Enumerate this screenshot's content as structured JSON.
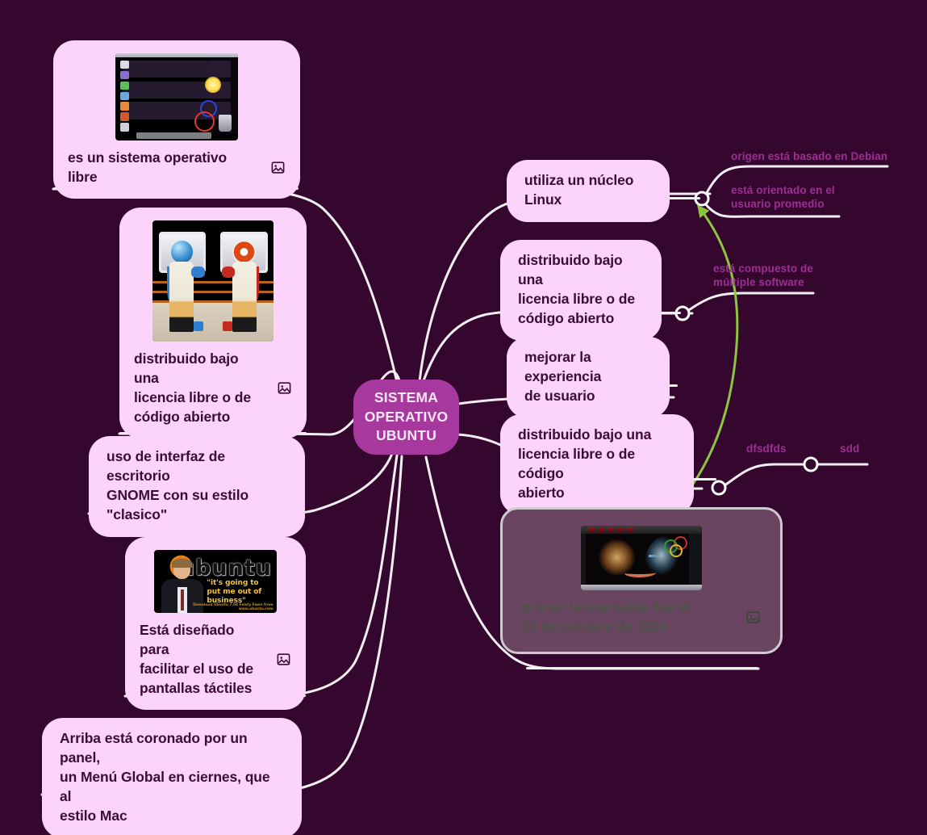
{
  "canvas": {
    "background_color": "#35062e",
    "node_fill": "#fbd3fb",
    "root_fill": "#a7399e",
    "edge_color": "#f2eef2",
    "relation_edge_color": "#8cc63f",
    "minilabel_color": "#9d2f94",
    "selected_node_fill": "#6a4562",
    "selected_node_border": "#cfcad0"
  },
  "root": {
    "label": "SISTEMA\nOPERATIVO\nUBUNTU"
  },
  "nodes": [
    {
      "id": "es-un-sistema-operativo-libre",
      "label": "es un sistema operativo libre",
      "has_image": true,
      "image_icon": "picture-icon",
      "image_alt": "mac-os-x-aurora-desktop-screenshot"
    },
    {
      "id": "distribuido-licencia-libre-izq",
      "label": "distribuido bajo una\nlicencia libre o de\ncódigo abierto",
      "has_image": true,
      "image_icon": "picture-icon",
      "image_alt": "windows-vs-ubuntu-boxing-match"
    },
    {
      "id": "uso-de-interfaz-gnome",
      "label": "uso de interfaz de escritorio\nGNOME con su estilo\n\"clasico\"",
      "has_image": false
    },
    {
      "id": "pantallas-tactiles",
      "label": "Está diseñado para\nfacilitar el uso de\npantallas táctiles",
      "has_image": true,
      "image_icon": "picture-icon",
      "image_alt": "ubuntu-bill-gates-its-going-to-put-me-out-of-business"
    },
    {
      "id": "menu-global-mac",
      "label": "Arriba está coronado por un panel,\nun Menú Global en ciernes, que al\nestilo Mac",
      "has_image": false
    },
    {
      "id": "utiliza-un-nucleo-linux",
      "label": "utiliza un núcleo Linux",
      "has_image": false
    },
    {
      "id": "distribuido-licencia-libre-der-1",
      "label": "distribuido bajo una\nlicencia libre o de\ncódigo abierto",
      "has_image": false
    },
    {
      "id": "mejorar-la-experiencia-de-usuario",
      "label": "mejorar la experiencia\nde usuario",
      "has_image": false
    },
    {
      "id": "distribuido-licencia-libre-der-2",
      "label": "distribuido bajo una\nlicencia libre o de código\nabierto",
      "has_image": false
    },
    {
      "id": "primer-lanzamiento",
      "label": "primer lanzamiento fue el\n20 de octubre de 2004",
      "has_image": true,
      "image_icon": "picture-icon",
      "image_alt": "sci-fi-faces-desktop-wallpaper",
      "selected": true
    }
  ],
  "minilabels": [
    {
      "id": "origen-debian",
      "label": "origen está basado en Debian"
    },
    {
      "id": "usuario-promedio",
      "label": "está orientado en el\nusuario promedio"
    },
    {
      "id": "multiple-software",
      "label": "está compuesto de\nmúltiple software"
    },
    {
      "id": "dfsdfds",
      "label": "dfsdfds"
    },
    {
      "id": "sdd",
      "label": "sdd"
    }
  ],
  "bill_image": {
    "wordmark": "ubuntu",
    "quote": "\"it's going to put me\nout of business\"",
    "credit": "Download Ubuntu 7.04 Feisty Fawn from www.ubuntu.com"
  }
}
